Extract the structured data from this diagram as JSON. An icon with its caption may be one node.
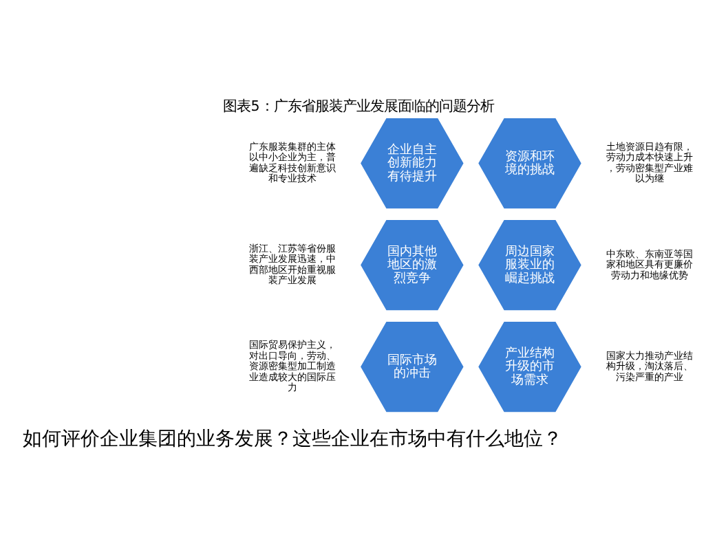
{
  "diagram": {
    "title": "图表5：广东省服装产业发展面临的问题分析",
    "caption": "如何评价企业集团的业务发展？这些企业在市场中有什么地位？",
    "nodes": [
      {
        "text": [
          "企业自主创新能力有待提升"
        ],
        "beside": [
          "广东服装集群的主体以中小企业为主，普遍缺乏科技创新意识和专业技术"
        ]
      },
      {
        "text": [
          "资源和环境的挑战"
        ],
        "beside": [
          "土地资源日趋有限，劳动力成本快速上升，劳动密集型产业难以为继"
        ]
      },
      {
        "text": [
          "国内其他地区的激烈竞争"
        ],
        "beside": [
          "浙江、江苏等省份服装产业发展迅速，中西部地区开始重视服装产业发展"
        ]
      },
      {
        "text": [
          "周边国家服装业的崛起挑战"
        ],
        "beside": [
          "中东欧、东南亚等国家和地区具有更廉价劳动力和地缘优势"
        ]
      },
      {
        "text": [
          "国际市场的冲击"
        ],
        "beside": [
          "国际贸易保护主义，对出口导向，劳动、资源密集型加工制造业造成较大的国际压力"
        ]
      },
      {
        "text": [
          "产业结构升级的市场需求"
        ],
        "beside": [
          "国家大力推动产业结构升级，淘汰落后、污染严重的产业"
        ]
      }
    ]
  }
}
